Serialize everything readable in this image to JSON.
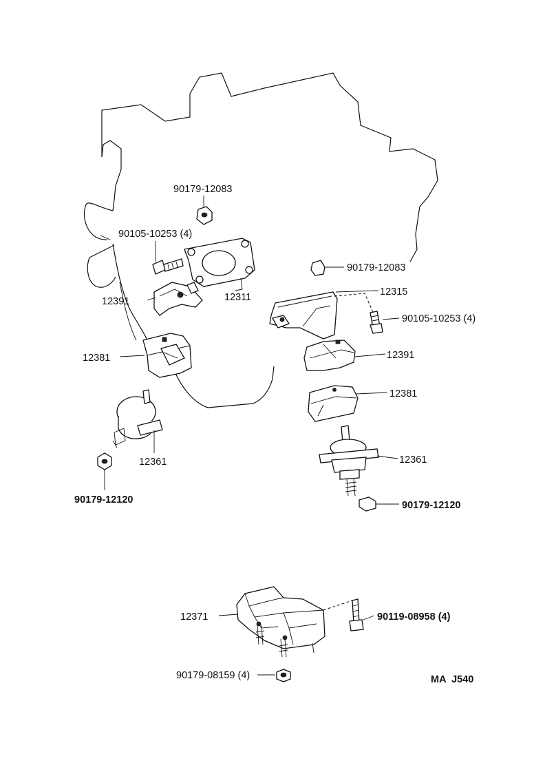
{
  "labels": {
    "nut_upper_left": "90179-12083",
    "bolt_left": "90105-10253 (4)",
    "insulator_left": "12391",
    "bracket_left": "12311",
    "stopper_left": "12381",
    "mount_left": "12361",
    "nut_left_bottom": "90179-12120",
    "nut_upper_right": "90179-12083",
    "bracket_right": "12315",
    "bolt_right": "90105-10253 (4)",
    "insulator_right": "12391",
    "stopper_right": "12381",
    "mount_right": "12361",
    "nut_right_bottom": "90179-12120",
    "rear_mount": "12371",
    "bolt_rear": "90119-08958 (4)",
    "nut_rear": "90179-08159 (4)",
    "diagram_ref": "MA  J540"
  },
  "colors": {
    "ink": "#111111",
    "background": "#ffffff"
  }
}
